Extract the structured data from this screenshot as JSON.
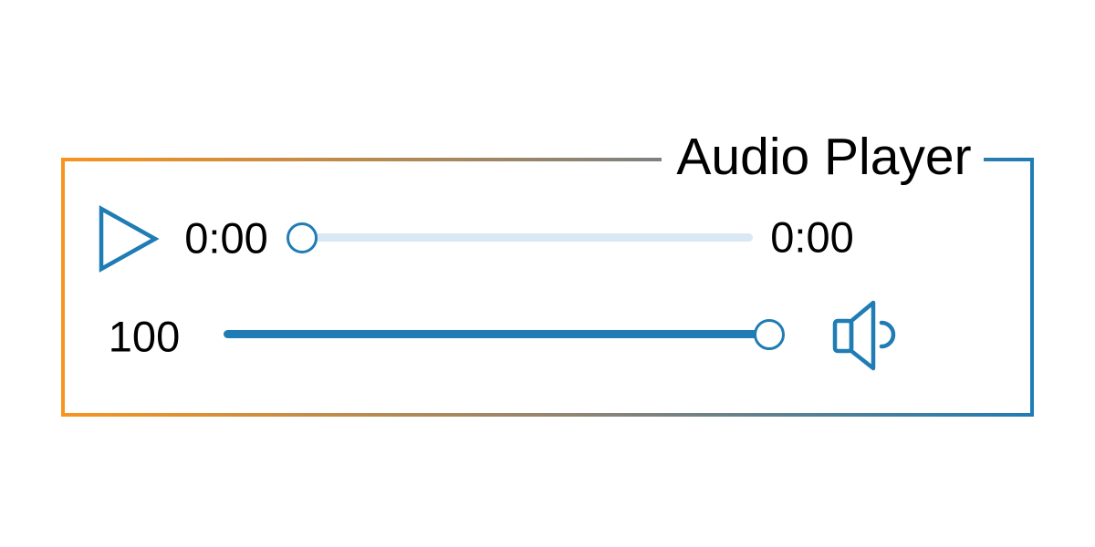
{
  "app": {
    "title": "Audio Player"
  },
  "playback": {
    "current_time": "0:00",
    "total_time": "0:00",
    "seek_percent": 0
  },
  "volume": {
    "value": "100",
    "percent": 100
  },
  "icons": {
    "play": "play-triangle-icon",
    "volume": "speaker-icon"
  },
  "colors": {
    "accent_blue": "#1f7cb4",
    "accent_orange": "#f7941e",
    "seek_track_light": "#d9e8f4",
    "text": "#000000",
    "background": "#ffffff"
  }
}
